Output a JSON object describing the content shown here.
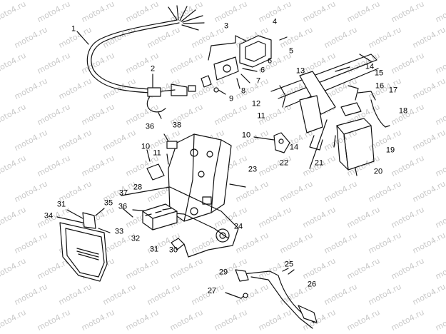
{
  "diagram": {
    "watermark": "moto4.ru",
    "callouts": [
      "1",
      "2",
      "3",
      "4",
      "5",
      "6",
      "7",
      "8",
      "9",
      "10",
      "11",
      "12",
      "13",
      "14",
      "15",
      "16",
      "17",
      "18",
      "19",
      "20",
      "21",
      "22",
      "23",
      "24",
      "25",
      "26",
      "27",
      "28",
      "29",
      "30",
      "31",
      "32",
      "33",
      "34",
      "35",
      "36",
      "37",
      "38"
    ]
  }
}
